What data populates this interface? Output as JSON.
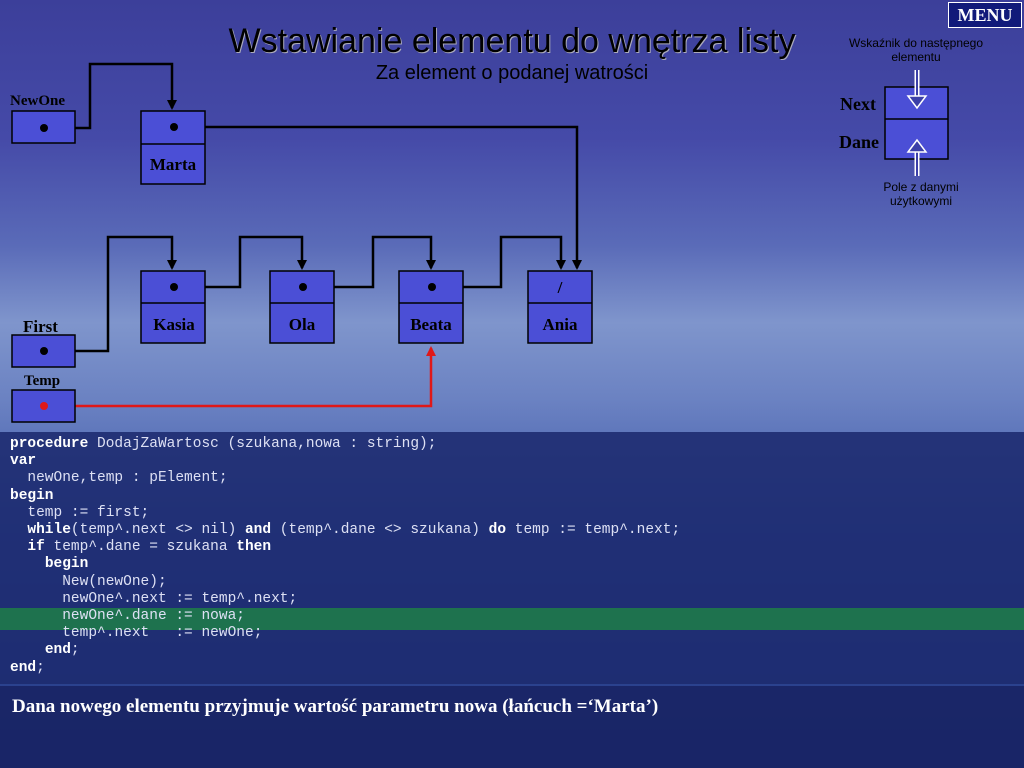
{
  "menu": {
    "label": "MENU"
  },
  "title": "Wstawianie elementu do wnętrza listy",
  "subtitle": "Za element o podanej watrości",
  "labels": {
    "newone": "NewOne",
    "first": "First",
    "temp": "Temp",
    "next": "Next",
    "dane": "Dane"
  },
  "nodes": {
    "marta": "Marta",
    "kasia": "Kasia",
    "ola": "Ola",
    "beata": "Beata",
    "ania": "Ania",
    "nil": "/"
  },
  "legend": {
    "top": "Wskaźnik do następnego elementu",
    "bottom": "Pole z danymi użytkowymi"
  },
  "code_lines": [
    "procedure DodajZaWartosc (szukana,nowa : string);",
    "var",
    "  newOne,temp : pElement;",
    "begin",
    "  temp := first;",
    "  while(temp^.next <> nil) and (temp^.dane <> szukana) do temp := temp^.next;",
    "  if temp^.dane = szukana then",
    "    begin",
    "      New(newOne);",
    "      newOne^.next := temp^.next;",
    "      newOne^.dane := nowa;",
    "      temp^.next   := newOne;",
    "    end;",
    "end;"
  ],
  "highlighted_line": 10,
  "caption": "Dana nowego elementu przyjmuje wartość parametru nowa (łańcuch =‘Marta’)",
  "colors": {
    "node_fill": "#4b4fd6",
    "temp_arrow": "#e01818",
    "highlight": "#1e7a4a"
  }
}
